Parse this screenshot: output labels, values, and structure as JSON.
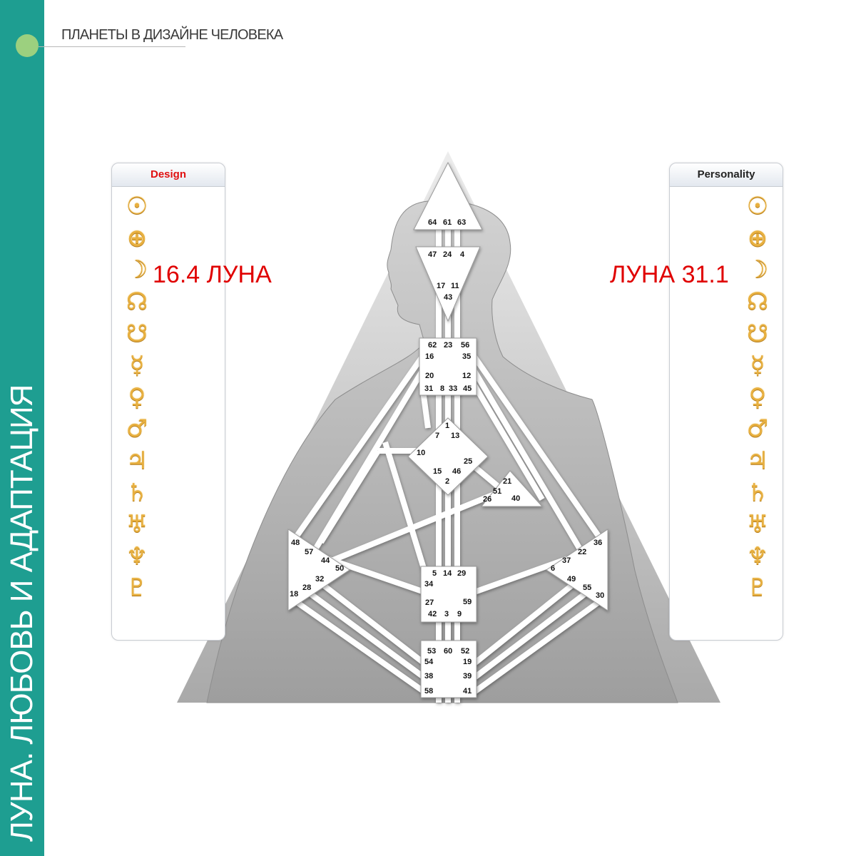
{
  "header": {
    "title": "ПЛАНЕТЫ В ДИЗАЙНЕ ЧЕЛОВЕКА"
  },
  "sidebar": {
    "title": "ЛУНА. ЛЮБОВЬ И АДАПТАЦИЯ"
  },
  "colors": {
    "accent": "#1e9e91",
    "dot": "#9cd07f",
    "planet_glyph": "#e8b040",
    "highlight_text": "#e00000",
    "design_header": "#e01010"
  },
  "design_panel": {
    "title": "Design"
  },
  "personality_panel": {
    "title": "Personality"
  },
  "planet_icons": [
    "sun-icon",
    "earth-icon",
    "moon-icon",
    "north-node-icon",
    "south-node-icon",
    "mercury-icon",
    "venus-icon",
    "mars-icon",
    "jupiter-icon",
    "saturn-icon",
    "uranus-icon",
    "neptune-icon",
    "pluto-icon"
  ],
  "planets": [
    "☉",
    "⊕",
    "☽",
    "☊",
    "☋",
    "☿",
    "♀",
    "♂",
    "♃",
    "♄",
    "♅",
    "♆",
    "♇"
  ],
  "annotations": {
    "design_moon": "16.4 ЛУНА",
    "personality_moon": "ЛУНА 31.1"
  },
  "bodygraph": {
    "head": [
      "64",
      "61",
      "63"
    ],
    "ajna_top": [
      "47",
      "24",
      "4"
    ],
    "ajna_bottom_row": [
      "17",
      "11"
    ],
    "ajna_bottom": "43",
    "throat_top": [
      "62",
      "23",
      "56"
    ],
    "throat_left": [
      "16",
      "20"
    ],
    "throat_right": [
      "35",
      "12"
    ],
    "throat_bottom": [
      "31",
      "8",
      "33",
      "45"
    ],
    "g_top": "1",
    "g_row": [
      "7",
      "13"
    ],
    "g_left": "10",
    "g_right": "25",
    "g_bottom_row": [
      "15",
      "46"
    ],
    "g_bottom": "2",
    "ego": [
      "21",
      "51",
      "26",
      "40"
    ],
    "spleen": [
      "48",
      "57",
      "44",
      "50",
      "32",
      "28",
      "18"
    ],
    "solar_plexus": [
      "36",
      "22",
      "37",
      "6",
      "49",
      "55",
      "30"
    ],
    "sacral_top": [
      "5",
      "14",
      "29"
    ],
    "sacral_mid": [
      "34",
      "27",
      "59"
    ],
    "sacral_bottom": [
      "42",
      "3",
      "9"
    ],
    "root_top": [
      "53",
      "60",
      "52"
    ],
    "root_left": [
      "54",
      "38",
      "58"
    ],
    "root_right": [
      "19",
      "39",
      "41"
    ]
  }
}
